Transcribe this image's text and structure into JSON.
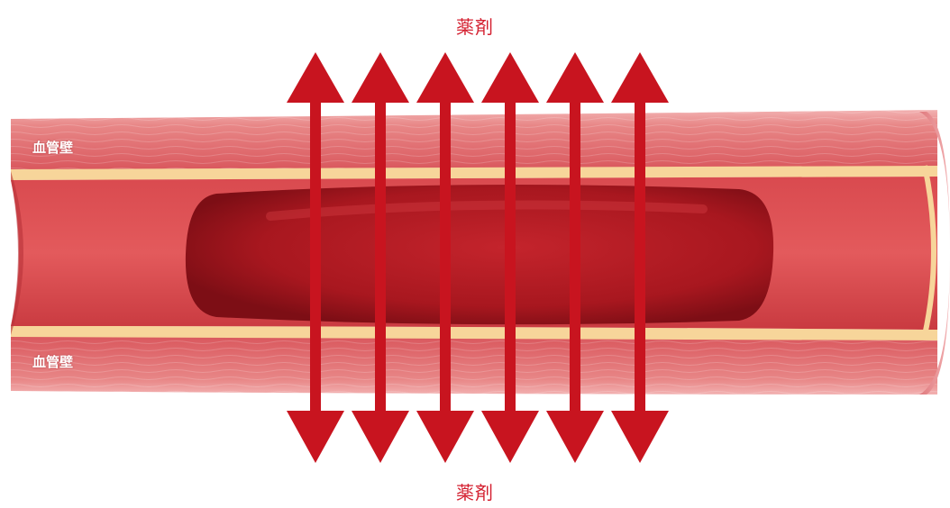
{
  "labels": {
    "drug_top": "薬剤",
    "drug_bottom": "薬剤",
    "wall_top": "血管壁",
    "wall_bottom": "血管壁"
  },
  "colors": {
    "arrow": "#c8141f",
    "label_red": "#d42030",
    "wall_outer": "#e88e90",
    "wall_inner": "#d24a50",
    "intima_band": "#f7d59a",
    "lumen": "#cf343a",
    "clot": "#a8151d"
  },
  "icons": {
    "arrows": "double-headed-arrow",
    "clot": "blood-clot"
  },
  "diagram": {
    "arrow_count": 6
  }
}
